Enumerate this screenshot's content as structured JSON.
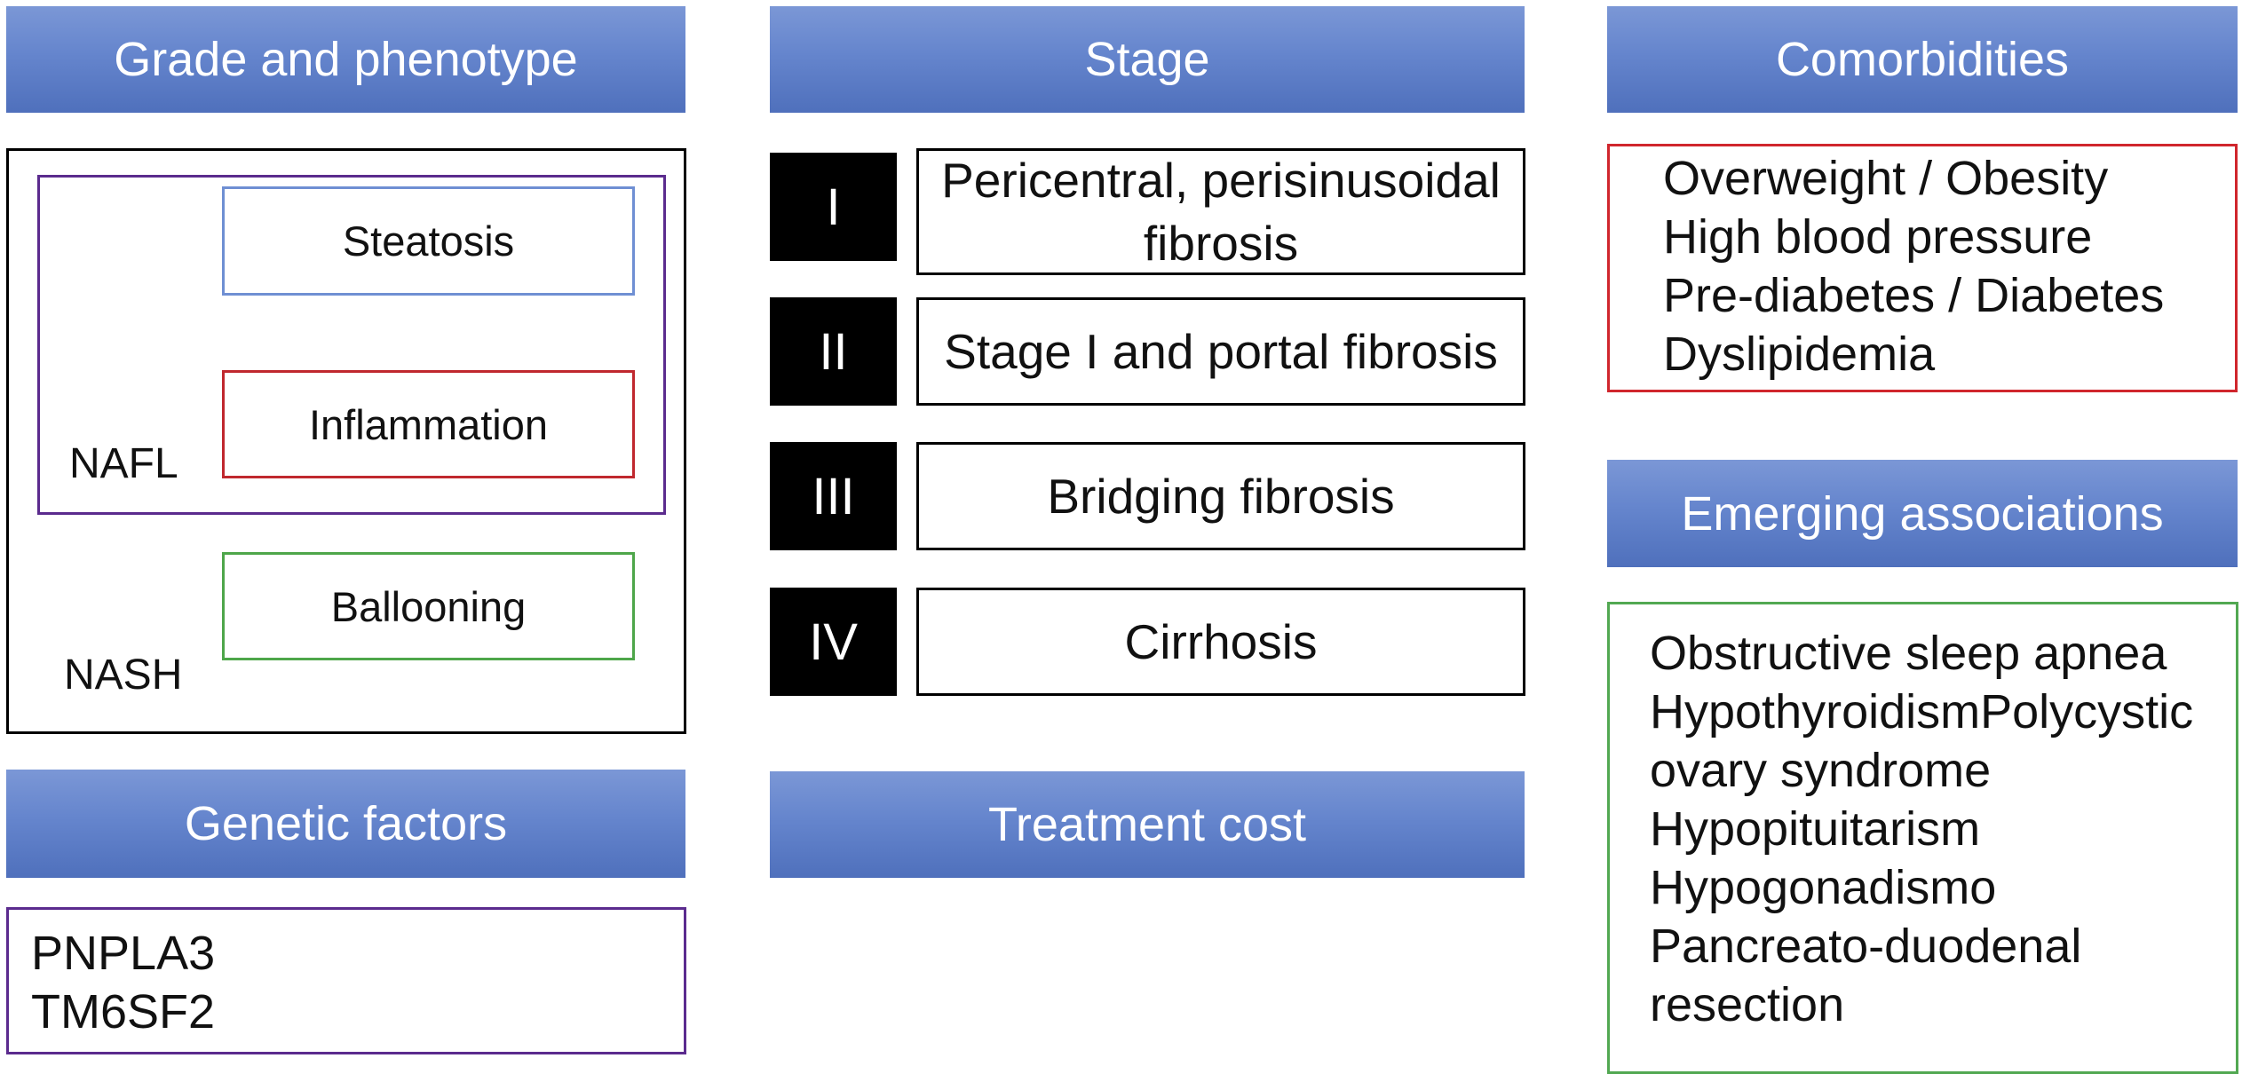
{
  "headers": {
    "grade_phenotype": "Grade and phenotype",
    "stage": "Stage",
    "comorbidities": "Comorbidities",
    "emerging": "Emerging associations",
    "genetic": "Genetic factors",
    "treatment_cost": "Treatment cost"
  },
  "phenotype": {
    "steatosis": "Steatosis",
    "inflammation": "Inflammation",
    "ballooning": "Ballooning",
    "nafl": "NAFL",
    "nash": "NASH"
  },
  "stages": [
    {
      "numeral": "I",
      "description": "Pericentral, perisinusoidal fibrosis"
    },
    {
      "numeral": "II",
      "description": "Stage I and portal fibrosis"
    },
    {
      "numeral": "III",
      "description": "Bridging fibrosis"
    },
    {
      "numeral": "IV",
      "description": "Cirrhosis"
    }
  ],
  "comorbidities": [
    "Overweight / Obesity",
    "High blood pressure",
    "Pre-diabetes / Diabetes",
    "Dyslipidemia"
  ],
  "emerging_lines": [
    "Obstructive sleep apnea",
    "HypothyroidismPolycystic",
    "ovary syndrome",
    "Hypopituitarism",
    "Hypogonadismo",
    "Pancreato-duodenal",
    "resection"
  ],
  "genetic": [
    "PNPLA3",
    "TM6SF2"
  ],
  "colors": {
    "header": "#6585cd",
    "steatosis_border": "#6f8fd3",
    "inflammation_border": "#c0282e",
    "ballooning_border": "#4ea64a",
    "nafl_border": "#5b2b8e",
    "comorbidities_border": "#d0262d",
    "emerging_border": "#52a852",
    "genetic_border": "#5b2b8e"
  }
}
